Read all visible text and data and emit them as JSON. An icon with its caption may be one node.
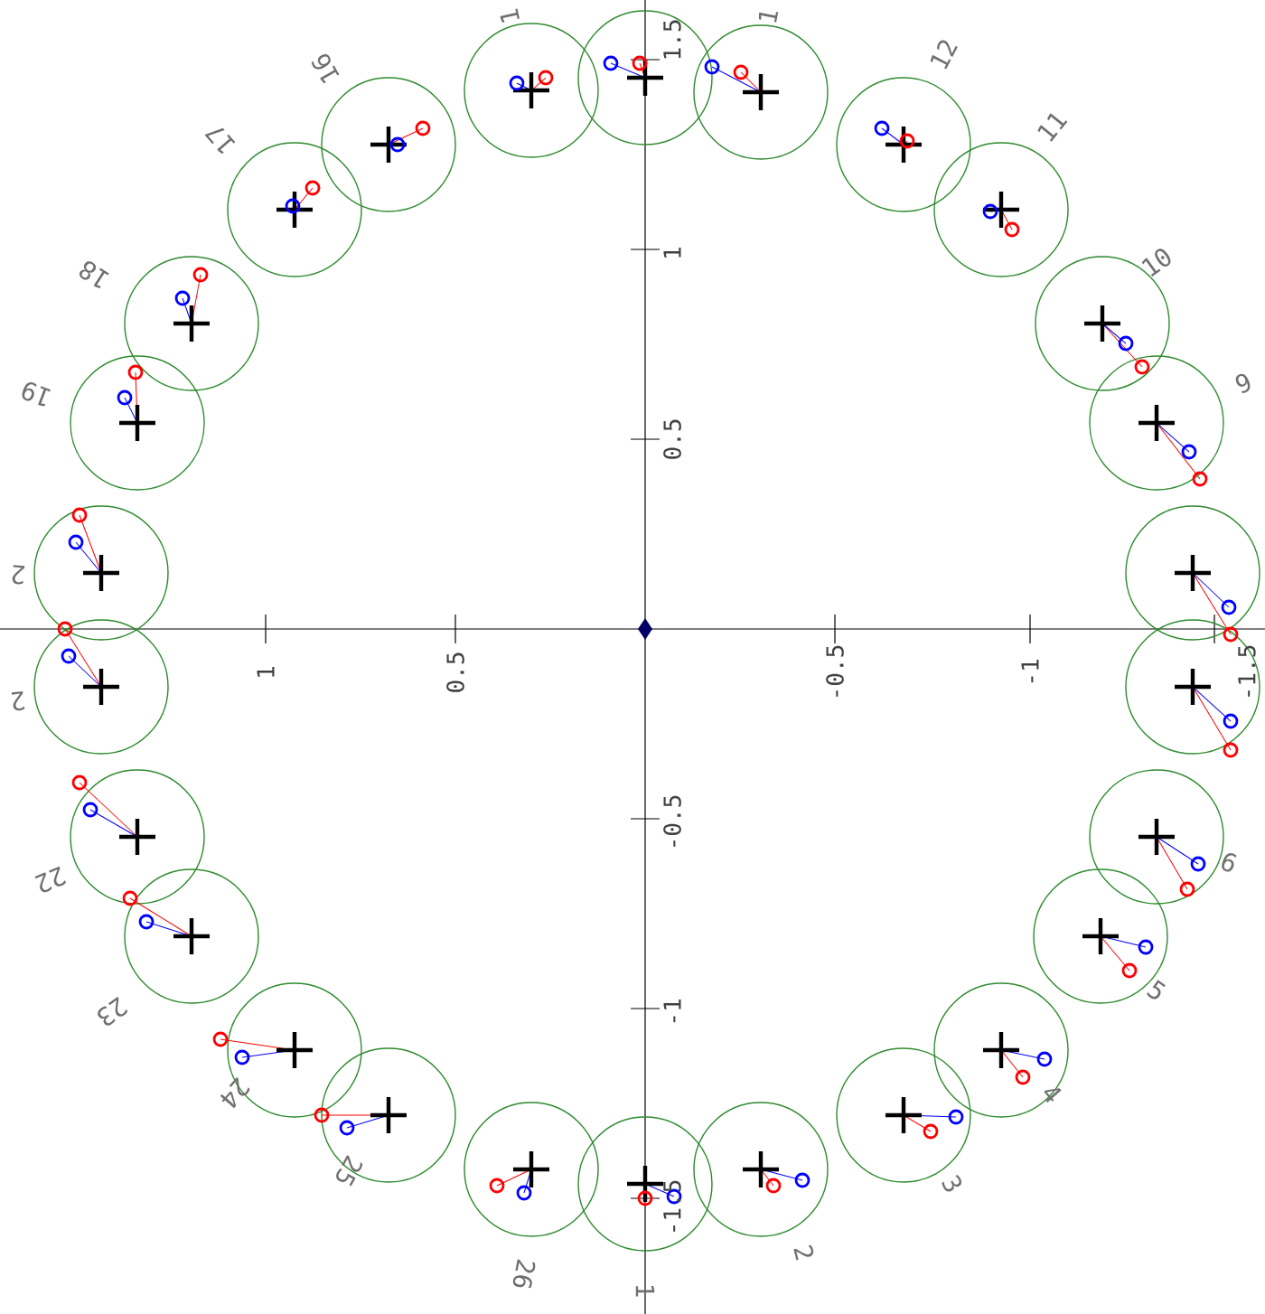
{
  "diagram": {
    "labels": [
      "1",
      "1",
      "1.5",
      "12",
      "16",
      "11",
      "17",
      "10",
      "1",
      "18",
      "9",
      "19",
      "0.5",
      "2",
      "1",
      "0.5",
      "-0.5",
      "-1",
      "-1.5",
      "2",
      "-0.5",
      "22",
      "6",
      "5",
      "23",
      "-1",
      "24",
      "4",
      "3",
      "25",
      "-1.5",
      "2",
      "26",
      "1"
    ]
  }
}
